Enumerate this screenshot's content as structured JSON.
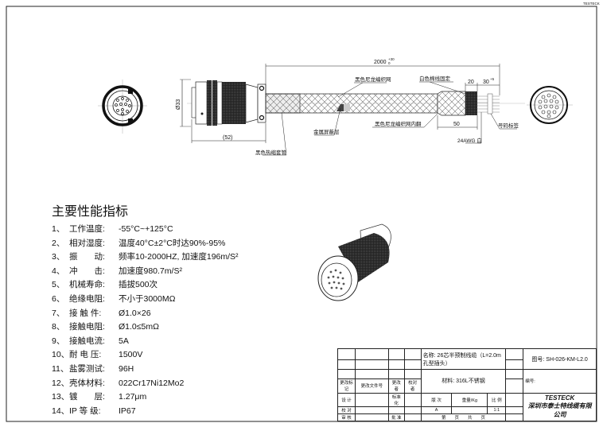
{
  "corner_mark": "TESTECK",
  "drawing": {
    "overall_length": "2000",
    "overall_tol": "+30",
    "overall_tol_low": "0",
    "diameter": "Ø33",
    "connector_length": "(52)",
    "dim_20": "20",
    "dim_30": "30",
    "dim_30_tol": "+5",
    "dim_50": "50",
    "labels": {
      "outer_braid": "黑色尼龙编织网",
      "cotton_fix": "白色棉线固定",
      "metal_shield": "金属屏蔽层",
      "inner_braid": "黑色尼龙编织网内翻",
      "number_label": "号码标签",
      "wire": "24AWG 白",
      "heat_shrink": "黑色热缩套管"
    }
  },
  "specs": {
    "title": "主要性能指标",
    "items": [
      {
        "no": "1、",
        "key": "工作温度:",
        "value": "-55°C~+125°C"
      },
      {
        "no": "2、",
        "key": "相对湿度:",
        "value": "温度40°C±2°C时达90%-95%"
      },
      {
        "no": "3、",
        "key": "振　　动:",
        "value": "频率10-2000HZ, 加速度196m/S²"
      },
      {
        "no": "4、",
        "key": "冲　　击:",
        "value": "加速度980.7m/S²"
      },
      {
        "no": "5、",
        "key": "机械寿命:",
        "value": "插拔500次"
      },
      {
        "no": "6、",
        "key": "绝缘电阻:",
        "value": "不小于3000MΩ"
      },
      {
        "no": "7、",
        "key": "接 触 件:",
        "value": "Ø1.0×26"
      },
      {
        "no": "8、",
        "key": "接触电阻:",
        "value": "Ø1.0≤5mΩ"
      },
      {
        "no": "9、",
        "key": "接触电流:",
        "value": "5A"
      },
      {
        "no": "10、",
        "key": "耐 电 压:",
        "value": "1500V"
      },
      {
        "no": "11、",
        "key": "盐雾测试:",
        "value": "96H"
      },
      {
        "no": "12、",
        "key": "壳体材料:",
        "value": "022Cr17Ni12Mo2"
      },
      {
        "no": "13、",
        "key": "镀　　层:",
        "value": "1.27μm"
      },
      {
        "no": "14、",
        "key": "IP 等 级:",
        "value": "IP67"
      }
    ]
  },
  "title_block": {
    "name": "26芯半预制线缆（L=2.0m 孔型插头）",
    "name_label": "名称:",
    "drawing_no_label": "图号:",
    "drawing_no": "SH-026-KM-L2.0",
    "material": "316L不锈钢",
    "material_label": "材料:",
    "code_label": "编号:",
    "change_mark": "更改标记",
    "change_doc": "更改文件号",
    "changer": "更改者",
    "checker": "校对者",
    "design": "设 计",
    "standardize": "标准化",
    "proof": "校 对",
    "review": "审 核",
    "approve": "批 准",
    "version_label": "版 次",
    "weight_label": "重量/Kg",
    "scale_label": "比 例",
    "version": "A",
    "scale": "1:1",
    "page": "第　　页　　共　　页",
    "brand": "TESTECK",
    "company": "深圳市泰士特线缆有限公司"
  }
}
